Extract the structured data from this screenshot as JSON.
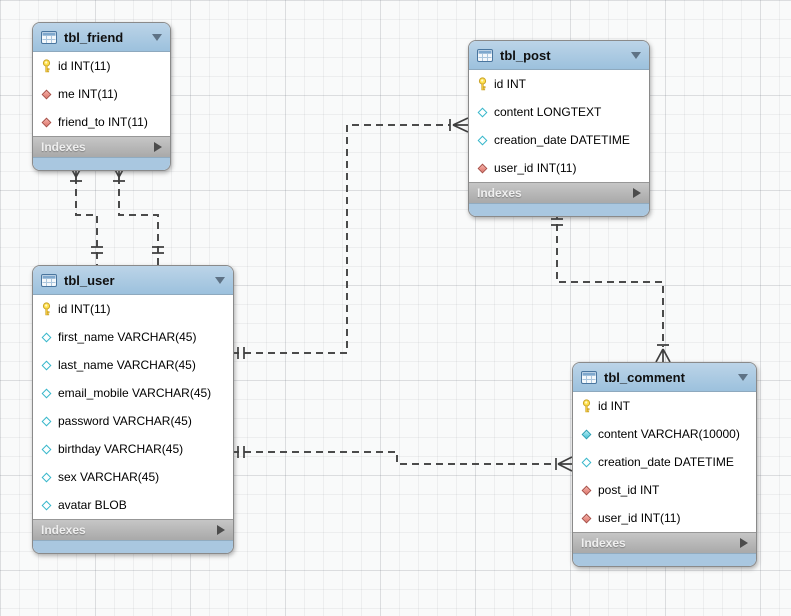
{
  "tables": [
    {
      "name": "tbl_friend",
      "indexes_label": "Indexes",
      "columns": [
        {
          "icon": "key-icon",
          "text": "id INT(11)"
        },
        {
          "icon": "red-diamond-icon",
          "text": "me INT(11)"
        },
        {
          "icon": "red-diamond-icon",
          "text": "friend_to INT(11)"
        }
      ]
    },
    {
      "name": "tbl_post",
      "indexes_label": "Indexes",
      "columns": [
        {
          "icon": "key-icon",
          "text": "id INT"
        },
        {
          "icon": "cyan-diamond-outline-icon",
          "text": "content LONGTEXT"
        },
        {
          "icon": "cyan-diamond-outline-icon",
          "text": "creation_date DATETIME"
        },
        {
          "icon": "red-diamond-icon",
          "text": "user_id INT(11)"
        }
      ]
    },
    {
      "name": "tbl_user",
      "indexes_label": "Indexes",
      "columns": [
        {
          "icon": "key-icon",
          "text": "id INT(11)"
        },
        {
          "icon": "cyan-diamond-outline-icon",
          "text": "first_name VARCHAR(45)"
        },
        {
          "icon": "cyan-diamond-outline-icon",
          "text": "last_name VARCHAR(45)"
        },
        {
          "icon": "cyan-diamond-outline-icon",
          "text": "email_mobile VARCHAR(45)"
        },
        {
          "icon": "cyan-diamond-outline-icon",
          "text": "password VARCHAR(45)"
        },
        {
          "icon": "cyan-diamond-outline-icon",
          "text": "birthday VARCHAR(45)"
        },
        {
          "icon": "cyan-diamond-outline-icon",
          "text": "sex VARCHAR(45)"
        },
        {
          "icon": "cyan-diamond-outline-icon",
          "text": "avatar BLOB"
        }
      ]
    },
    {
      "name": "tbl_comment",
      "indexes_label": "Indexes",
      "columns": [
        {
          "icon": "key-icon",
          "text": "id INT"
        },
        {
          "icon": "cyan-diamond-filled-icon",
          "text": "content VARCHAR(10000)"
        },
        {
          "icon": "cyan-diamond-outline-icon",
          "text": "creation_date DATETIME"
        },
        {
          "icon": "red-diamond-icon",
          "text": "post_id INT"
        },
        {
          "icon": "red-diamond-icon",
          "text": "user_id INT(11)"
        }
      ]
    }
  ],
  "relationships": [
    {
      "from": "tbl_friend",
      "to": "tbl_user",
      "from_cardinality": "many-mandatory",
      "to_cardinality": "one",
      "line_style": "dashed"
    },
    {
      "from": "tbl_friend",
      "to": "tbl_user",
      "from_cardinality": "many-mandatory",
      "to_cardinality": "one",
      "line_style": "dashed"
    },
    {
      "from": "tbl_post",
      "to": "tbl_user",
      "from_cardinality": "many-mandatory",
      "to_cardinality": "one",
      "line_style": "dashed"
    },
    {
      "from": "tbl_comment",
      "to": "tbl_post",
      "from_cardinality": "many-mandatory",
      "to_cardinality": "one",
      "line_style": "dashed"
    },
    {
      "from": "tbl_comment",
      "to": "tbl_user",
      "from_cardinality": "many-mandatory",
      "to_cardinality": "one",
      "line_style": "dashed"
    }
  ],
  "colors": {
    "table_header_blue": "#a5c8e2",
    "table_footer_blue": "#a9c7e0",
    "indexes_bar_gray": "#b3b3b3",
    "primary_key_yellow": "#f0c63c",
    "column_diamond_cyan": "#41c2d6",
    "foreign_key_diamond_red": "#df756a",
    "relationship_line_gray": "#4b4b4b"
  }
}
